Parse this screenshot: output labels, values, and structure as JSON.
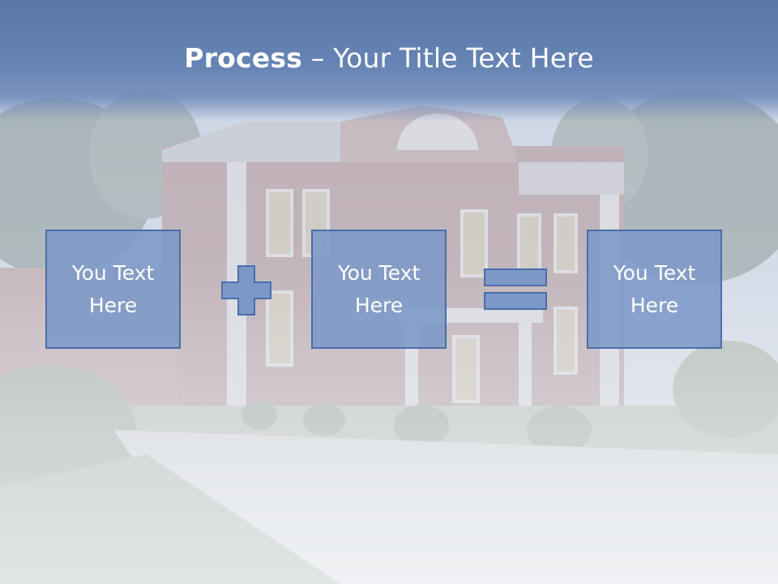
{
  "title": {
    "strong": "Process",
    "rest": " – Your Title Text Here"
  },
  "boxes": [
    {
      "text": "You Text Here"
    },
    {
      "text": "You Text Here"
    },
    {
      "text": "You Text Here"
    }
  ],
  "operators": [
    "plus-icon",
    "equals-icon"
  ],
  "colors": {
    "title_bar": "#5877a8",
    "box_fill": "#7c98c7",
    "box_border": "#4a6ea8",
    "text": "#ffffff"
  }
}
